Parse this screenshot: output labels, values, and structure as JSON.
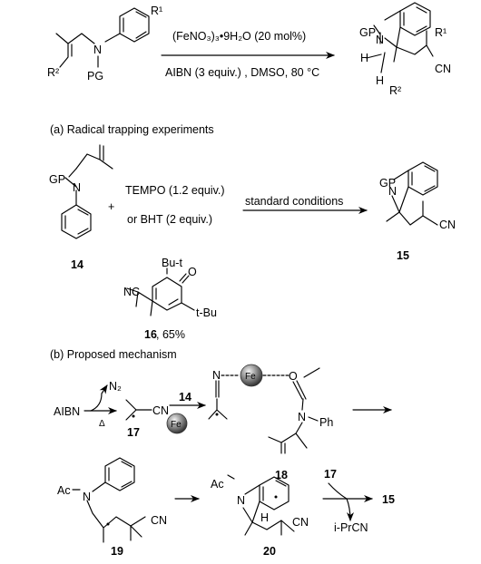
{
  "top": {
    "reagent1": "(FeNO₃)₃•9H₂O (20 mol%)",
    "reagent2": "AIBN (3 equiv.) , DMSO, 80 °C",
    "sm_labels": {
      "N": "N",
      "R1": "R¹",
      "R2": "R²",
      "PG": "PG"
    },
    "prod_labels": {
      "GP": "GP",
      "N": "N",
      "H": "H",
      "R1": "R¹",
      "R2": "R²",
      "CN": "CN"
    }
  },
  "sectionA": {
    "title": "(a) Radical trapping experiments",
    "cpd14": {
      "GP": "GP",
      "N": "N",
      "num": "14"
    },
    "plus": "+",
    "trap1": "TEMPO (1.2 equiv.)",
    "trap2": "or BHT (2 equiv.)",
    "cond": "standard conditions",
    "cpd15": {
      "GP": "GP",
      "N": "N",
      "CN": "CN",
      "num": "15"
    },
    "cpd16": {
      "NC": "NC",
      "O": "O",
      "tBu1": "Bu-t",
      "tBu2": "t-Bu",
      "num": "16",
      "yield": ", 65%"
    }
  },
  "sectionB": {
    "title": "(b) Proposed mechanism",
    "aibn": "AIBN",
    "n2": "N₂",
    "delta": "Δ",
    "cn17": "CN",
    "num17": "17",
    "num14": "14",
    "fe": "Fe",
    "cpd18": {
      "N": "N",
      "O": "O",
      "Nam": "N",
      "Ph": "Ph",
      "num": "18"
    },
    "cpd19": {
      "Ac": "Ac",
      "N": "N",
      "CN": "CN",
      "num": "19"
    },
    "cpd20": {
      "Ac": "Ac",
      "N": "N",
      "H": "H",
      "CN": "CN",
      "num": "20"
    },
    "num17b": "17",
    "iprcn": "i-PrCN",
    "num15": "15"
  }
}
